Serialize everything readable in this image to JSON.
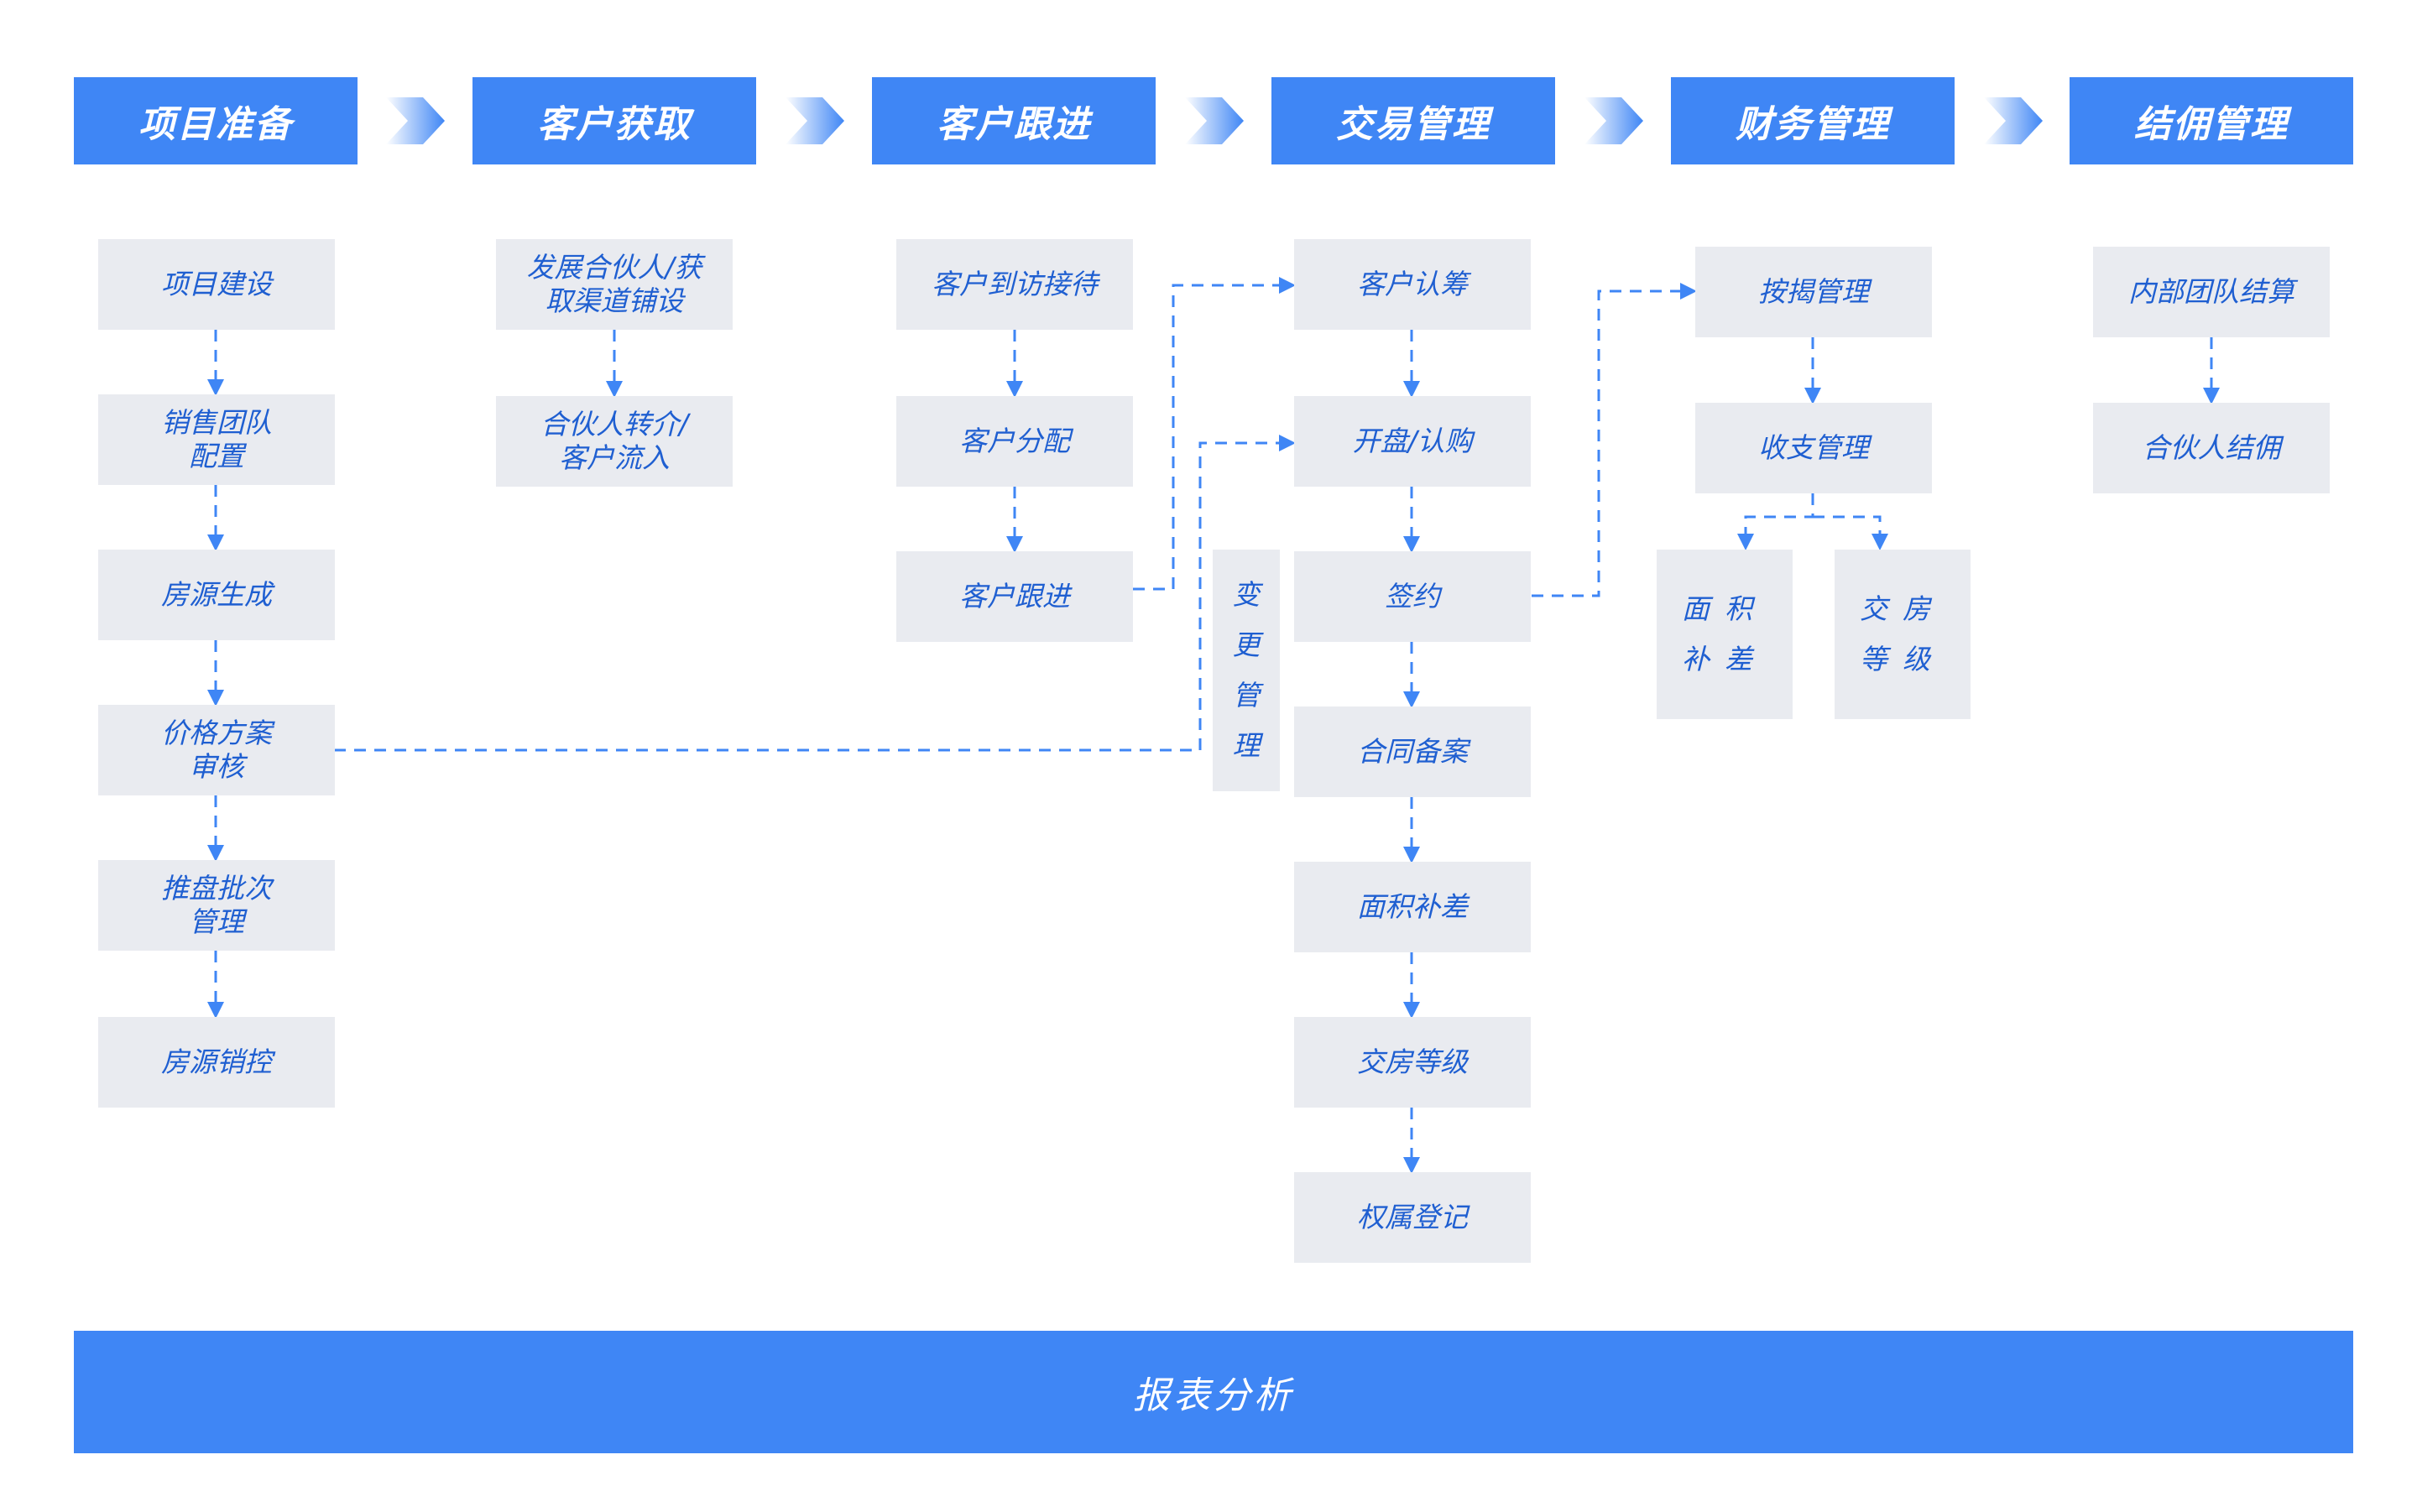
{
  "stages": [
    {
      "title": "项目准备",
      "items": [
        "项目建设",
        "销售团队\n配置",
        "房源生成",
        "价格方案\n审核",
        "推盘批次\n管理",
        "房源销控"
      ]
    },
    {
      "title": "客户获取",
      "items": [
        "发展合伙人/获\n取渠道铺设",
        "合伙人转介/\n客户流入"
      ]
    },
    {
      "title": "客户跟进",
      "items": [
        "客户到访接待",
        "客户分配",
        "客户跟进"
      ]
    },
    {
      "title": "交易管理",
      "items": [
        "客户认筹",
        "开盘/认购",
        "签约",
        "合同备案",
        "面积补差",
        "交房等级",
        "权属登记"
      ]
    },
    {
      "title": "财务管理",
      "items": [
        "按揭管理",
        "收支管理"
      ],
      "sub_items": [
        "面积\n补差",
        "交房\n等级"
      ]
    },
    {
      "title": "结佣管理",
      "items": [
        "内部团队结算",
        "合伙人结佣"
      ]
    }
  ],
  "change_mgmt": [
    "变",
    "更",
    "管",
    "理"
  ],
  "footer": "报表分析",
  "colors": {
    "accent": "#3f86f5",
    "box_fill": "#e9ebf0",
    "box_text": "#1f5fd1",
    "line": "#3f86f5"
  }
}
